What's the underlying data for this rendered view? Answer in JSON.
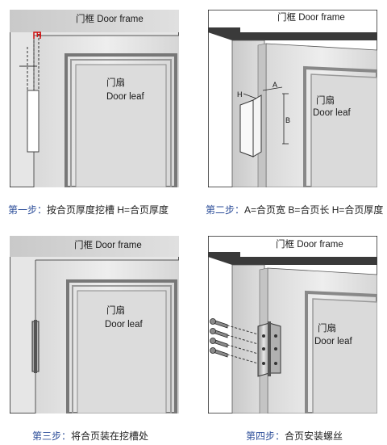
{
  "panels": [
    {
      "frame_label": "门框  Door frame",
      "leaf_cn": "门扇",
      "leaf_en": "Door leaf",
      "dim_h": "H"
    },
    {
      "frame_label": "门框  Door frame",
      "leaf_cn": "门扇",
      "leaf_en": "Door leaf",
      "dim_a": "A",
      "dim_b": "B",
      "dim_h": "H"
    },
    {
      "frame_label": "门框  Door frame",
      "leaf_cn": "门扇",
      "leaf_en": "Door leaf"
    },
    {
      "frame_label": "门框  Door frame",
      "leaf_cn": "门扇",
      "leaf_en": "Door leaf"
    }
  ],
  "captions": [
    {
      "step": "第一步：",
      "text": "按合页厚度挖槽 H=合页厚度"
    },
    {
      "step": "第二步：",
      "text": "A=合页宽 B=合页长 H=合页厚度"
    },
    {
      "step": "第三步：",
      "text": "将合页装在挖槽处"
    },
    {
      "step": "第四步：",
      "text": "合页安装螺丝"
    }
  ],
  "colors": {
    "caption_step": "#2e4f9a",
    "frame_outline": "#222222",
    "dim_red": "#d01010"
  }
}
